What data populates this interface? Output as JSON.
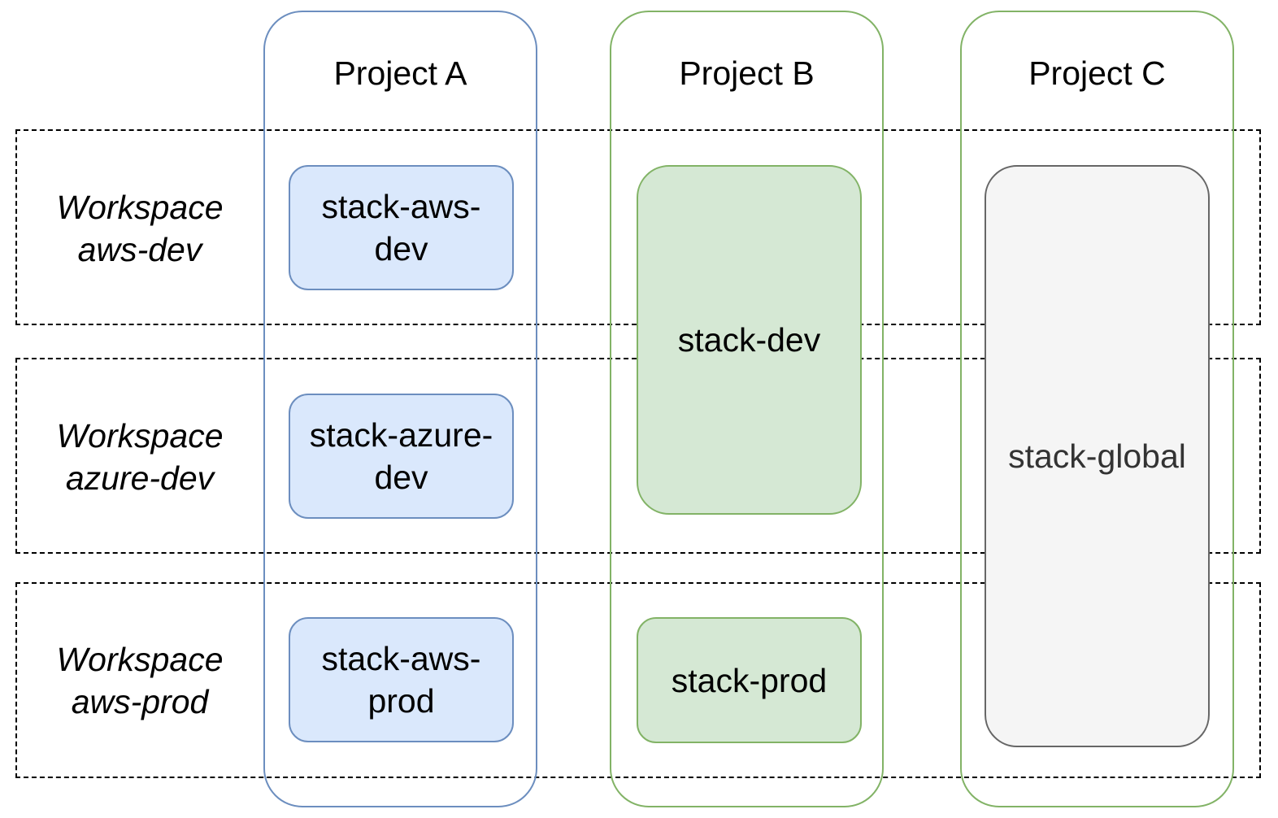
{
  "colors": {
    "project_a_border": "#6c8ebf",
    "project_b_border": "#82b366",
    "project_c_border": "#82b366",
    "blue_fill": "#dae8fc",
    "green_fill": "#d5e8d4",
    "grey_fill": "#f5f5f5",
    "grey_border": "#666666"
  },
  "projects": [
    {
      "title": "Project A"
    },
    {
      "title": "Project B"
    },
    {
      "title": "Project C"
    }
  ],
  "workspaces": [
    {
      "line1": "Workspace",
      "line2": "aws-dev"
    },
    {
      "line1": "Workspace",
      "line2": "azure-dev"
    },
    {
      "line1": "Workspace",
      "line2": "aws-prod"
    }
  ],
  "stacks": {
    "a_aws_dev": {
      "line1": "stack-aws-",
      "line2": "dev"
    },
    "a_azure_dev": {
      "line1": "stack-azure-",
      "line2": "dev"
    },
    "a_aws_prod": {
      "line1": "stack-aws-",
      "line2": "prod"
    },
    "b_dev": {
      "label": "stack-dev"
    },
    "b_prod": {
      "label": "stack-prod"
    },
    "c_global": {
      "label": "stack-global"
    }
  }
}
